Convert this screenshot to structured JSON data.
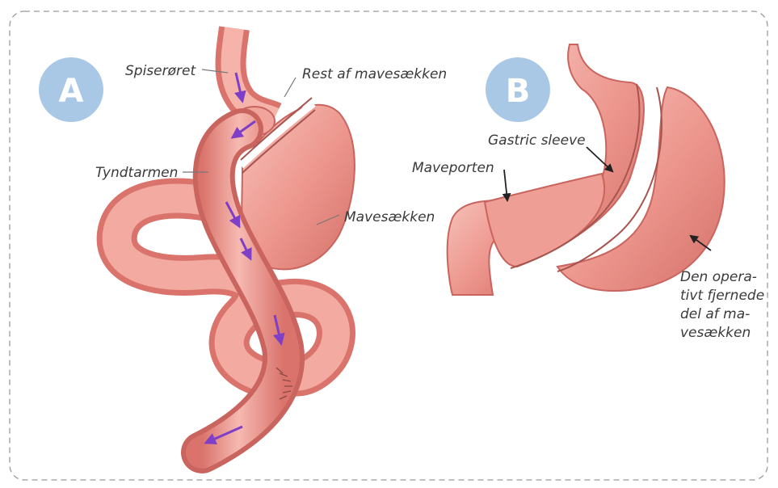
{
  "panel_a": {
    "badge": "A",
    "labels": {
      "esophagus": "Spiserøret",
      "stomach_remnant": "Rest af mavesækken",
      "small_intestine": "Tyndtarmen",
      "stomach": "Mavesækken"
    }
  },
  "panel_b": {
    "badge": "B",
    "labels": {
      "gastric_sleeve": "Gastric sleeve",
      "pylorus": "Maveporten",
      "removed_part": [
        "Den opera-",
        "tivt fjernede",
        "del af ma-",
        "vesækken"
      ]
    }
  },
  "colors": {
    "badge": "#a9c8e6",
    "tissue": "#ec958c",
    "tissue_light": "#f6b9b1",
    "tissue_dark": "#c9645e",
    "flow_arrow": "#7e3fc8",
    "frame": "#9a9a9a"
  }
}
